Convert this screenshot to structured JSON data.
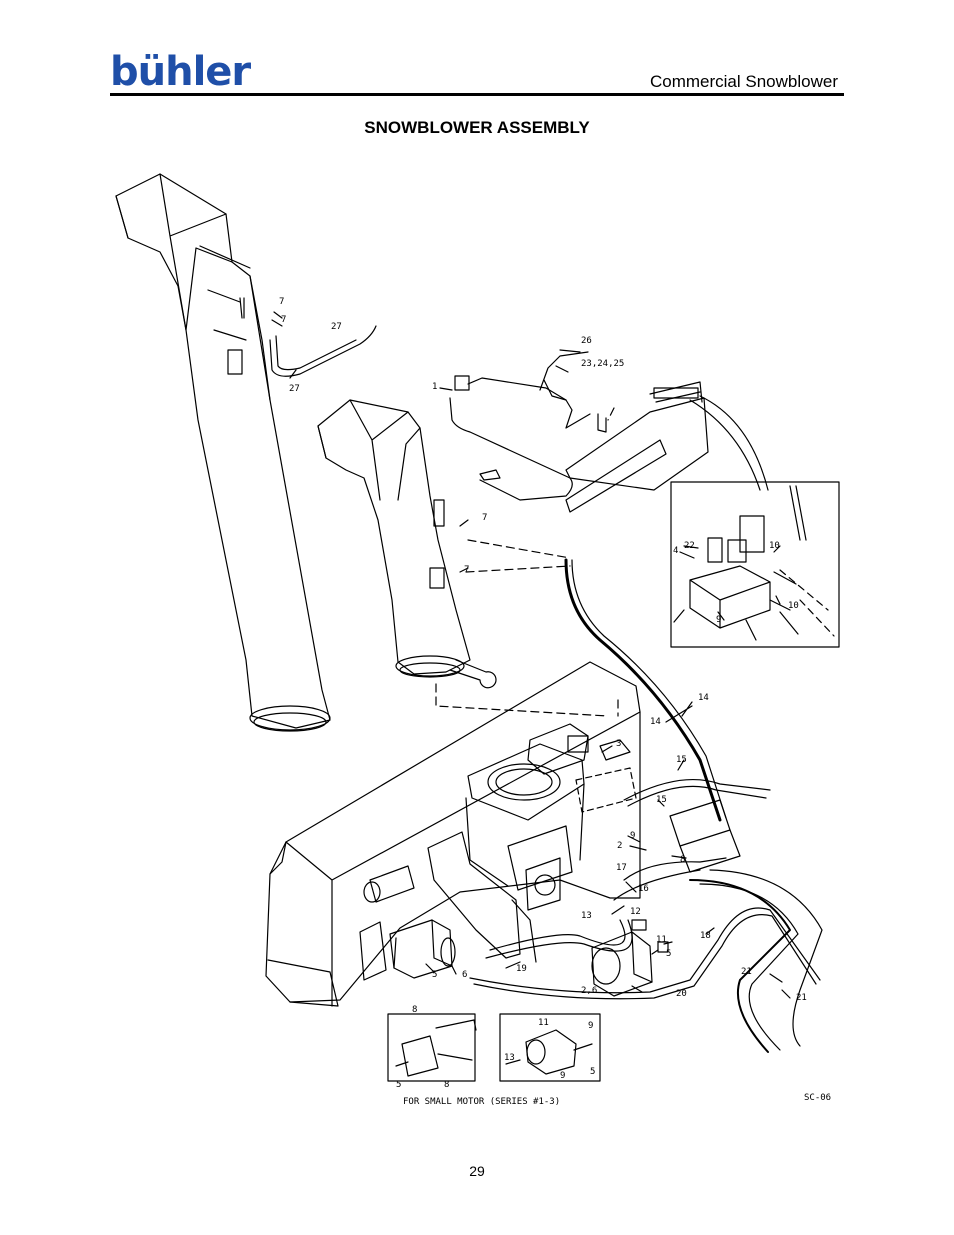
{
  "header": {
    "logo_text": "bühler",
    "document_title": "Commercial Snowblower"
  },
  "section": {
    "title": "SNOWBLOWER ASSEMBLY"
  },
  "diagram": {
    "callouts": {
      "c1": "1",
      "c2": "2",
      "c2b": "2,6",
      "c3": "3",
      "c4": "4",
      "c5a": "5",
      "c5b": "5",
      "c5c": "5",
      "c5d": "5",
      "c6": "6",
      "c7a": "7",
      "c7b": "7",
      "c7c": "7",
      "c7d": "7",
      "c8a": "8",
      "c8b": "8",
      "c8c": "8",
      "c9a": "9",
      "c9b": "9",
      "c9c": "9",
      "c9d": "9",
      "c10a": "10",
      "c10b": "10",
      "c11a": "11",
      "c11b": "11",
      "c12": "12",
      "c13a": "13",
      "c13b": "13",
      "c14a": "14",
      "c14b": "14",
      "c15a": "15",
      "c15b": "15",
      "c16": "16",
      "c17": "17",
      "c18": "18",
      "c19": "19",
      "c20": "20",
      "c21a": "21",
      "c21b": "21",
      "c22": "22",
      "c23": "23,24,25",
      "c26": "26",
      "c27a": "27",
      "c27b": "27"
    },
    "small_motor_caption": "FOR SMALL MOTOR (SERIES #1-3)",
    "drawing_code": "SC-06"
  },
  "footer": {
    "page_number": "29"
  }
}
